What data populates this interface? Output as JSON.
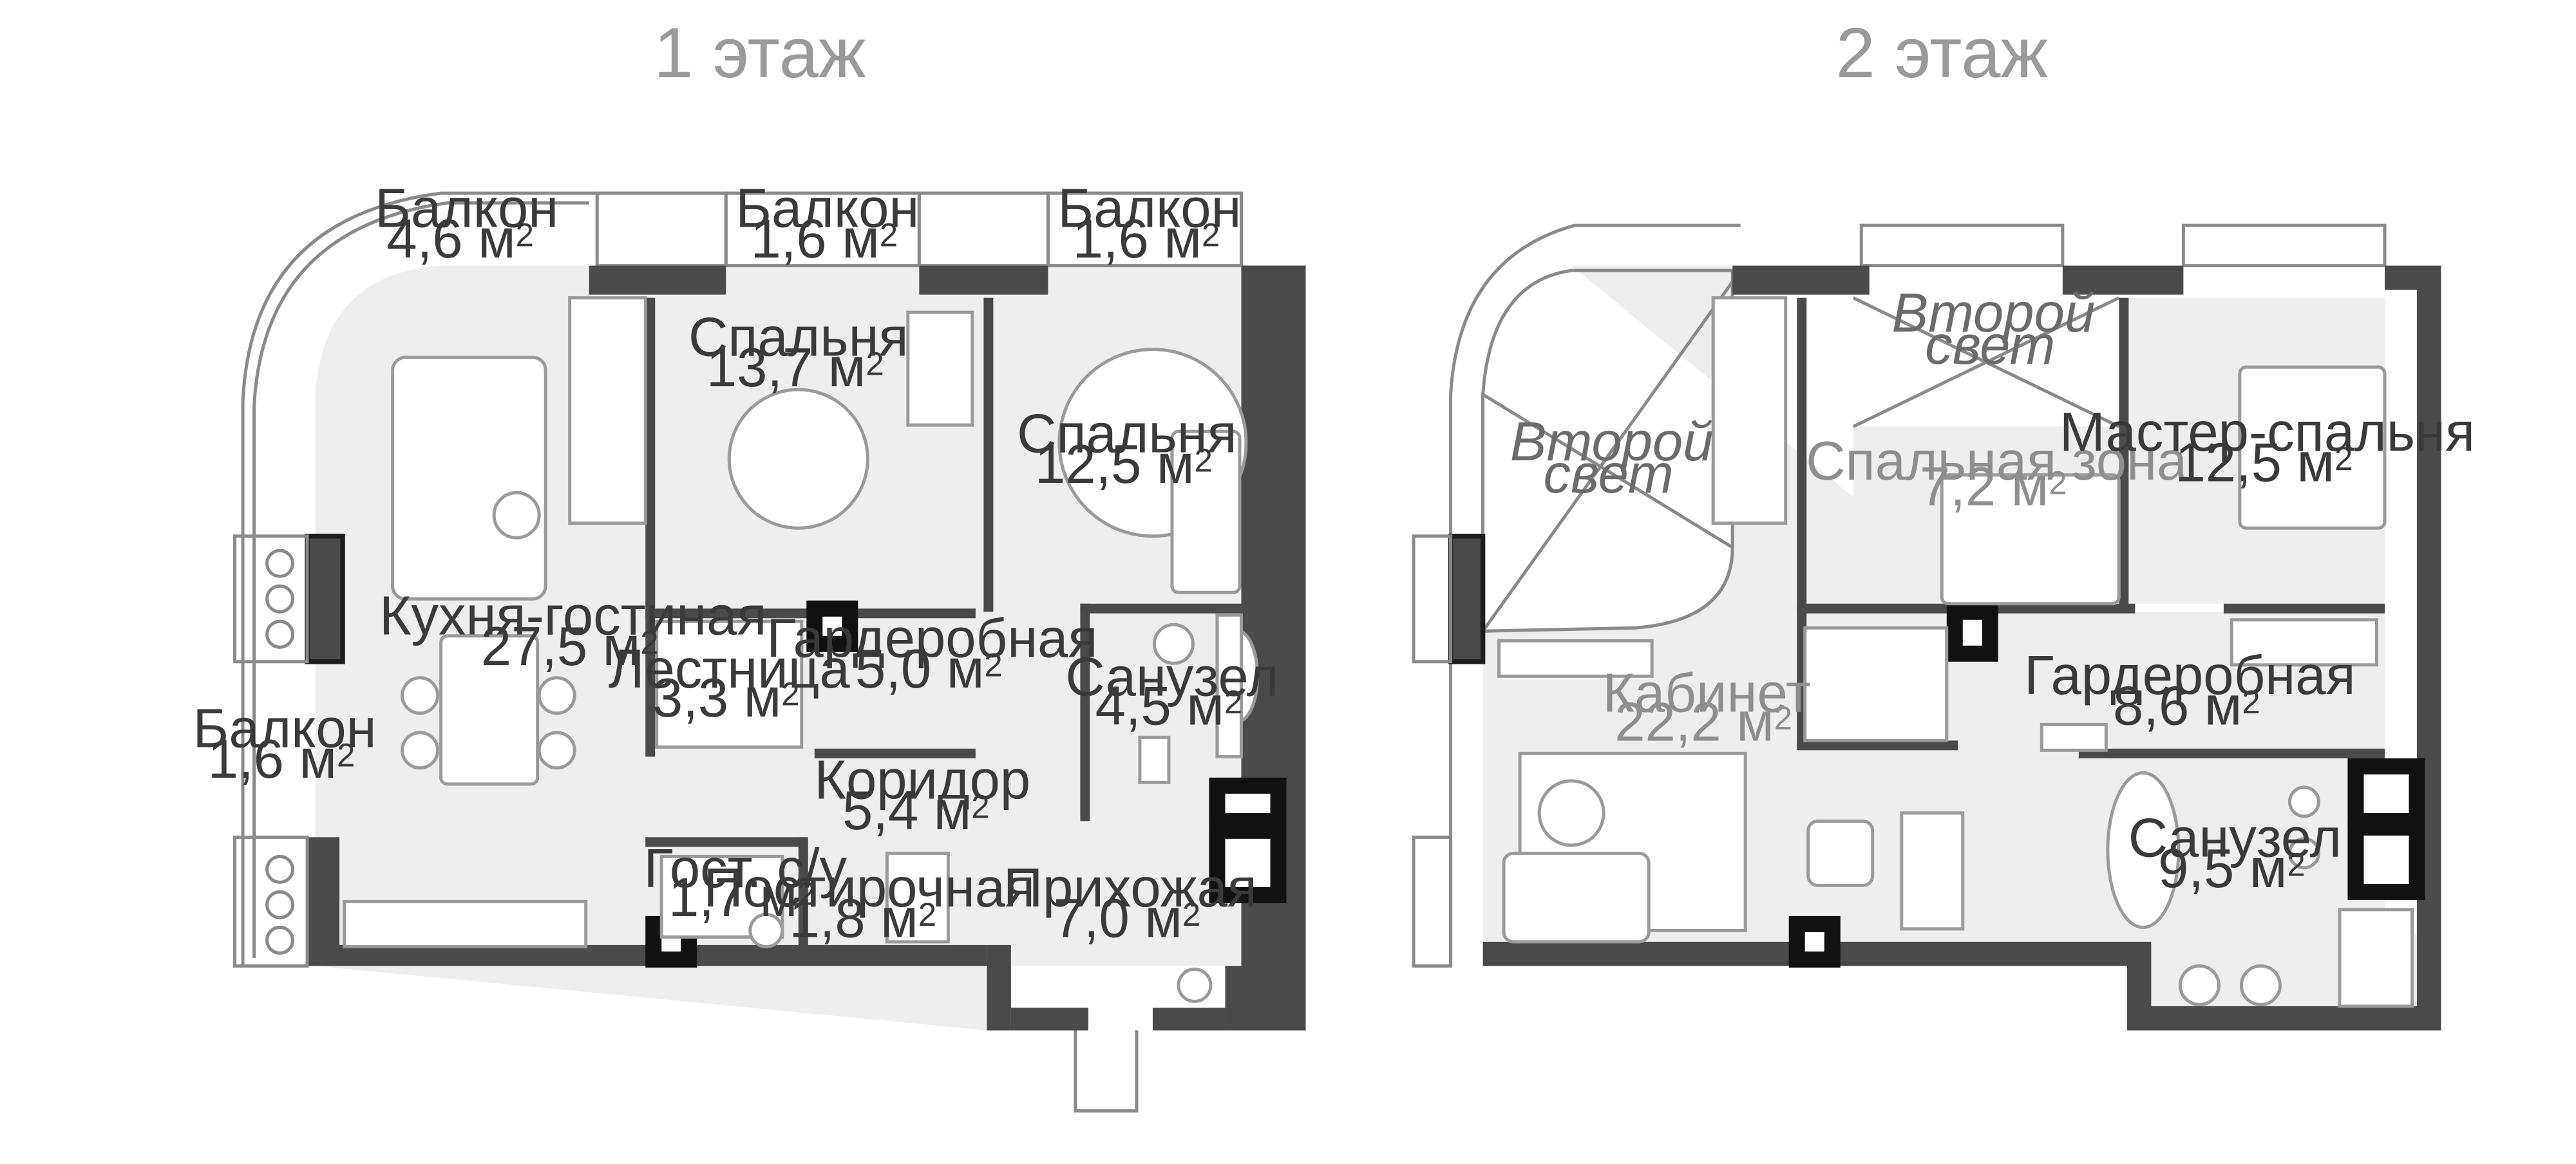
{
  "floor1": {
    "title": "1 этаж",
    "rooms": [
      {
        "name": "Балкон",
        "area": "4,6 м",
        "unit": "2"
      },
      {
        "name": "Балкон",
        "area": "1,6 м",
        "unit": "2"
      },
      {
        "name": "Балкон",
        "area": "1,6 м",
        "unit": "2"
      },
      {
        "name": "Спальня",
        "area": "13,7 м",
        "unit": "2"
      },
      {
        "name": "Спальня",
        "area": "12,5 м",
        "unit": "2"
      },
      {
        "name": "Кухня-гостиная",
        "area": "27,5 м",
        "unit": "2"
      },
      {
        "name": "Лестница",
        "area": "3,3 м",
        "unit": "2"
      },
      {
        "name": "Гардеробная",
        "area": "5,0 м",
        "unit": "2"
      },
      {
        "name": "Санузел",
        "area": "4,5 м",
        "unit": "2"
      },
      {
        "name": "Балкон",
        "area": "1,6 м",
        "unit": "2"
      },
      {
        "name": "Коридор",
        "area": "5,4 м",
        "unit": "2"
      },
      {
        "name": "Гост. с/у",
        "area": "1,7 м",
        "unit": "2"
      },
      {
        "name": "Постирочная",
        "area": "1,8 м",
        "unit": "2"
      },
      {
        "name": "Прихожая",
        "area": "7,0 м",
        "unit": "2"
      }
    ]
  },
  "floor2": {
    "title": "2 этаж",
    "void_labels": [
      {
        "line1": "Второй",
        "line2": "свет"
      },
      {
        "line1": "Второй",
        "line2": "свет"
      }
    ],
    "rooms": [
      {
        "name": "Спальная зона",
        "area": "7,2 м",
        "unit": "2"
      },
      {
        "name": "Мастер-спальня",
        "area": "12,5 м",
        "unit": "2"
      },
      {
        "name": "Кабинет",
        "area": "22,2 м",
        "unit": "2"
      },
      {
        "name": "Гардеробная",
        "area": "8,6 м",
        "unit": "2"
      },
      {
        "name": "Санузел",
        "area": "9,5 м",
        "unit": "2"
      }
    ]
  }
}
